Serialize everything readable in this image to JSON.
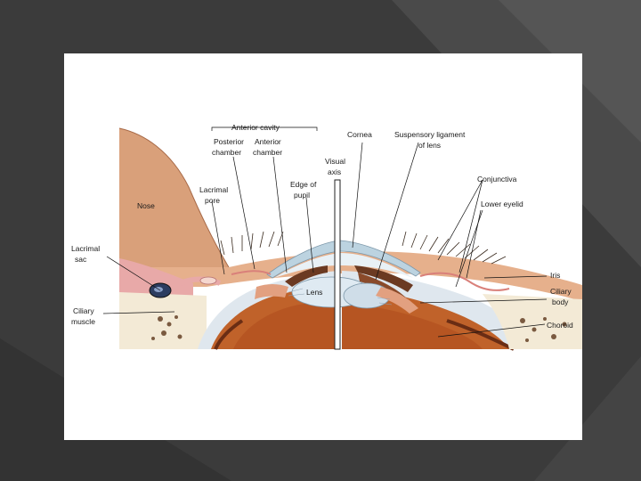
{
  "labels": {
    "anterior_cavity": "Anterior cavity",
    "posterior_chamber": [
      "Posterior",
      "chamber"
    ],
    "anterior_chamber": [
      "Anterior",
      "chamber"
    ],
    "cornea": "Cornea",
    "suspensory_ligament": [
      "Suspensory ligament",
      "of lens"
    ],
    "visual_axis": [
      "Visual",
      "axis"
    ],
    "edge_of_pupil": [
      "Edge of",
      "pupil"
    ],
    "lacrimal_pore": [
      "Lacrimal",
      "pore"
    ],
    "nose": "Nose",
    "lacrimal_sac": [
      "Lacrimal",
      "sac"
    ],
    "ciliary_muscle": [
      "Ciliary",
      "muscle"
    ],
    "lens": "Lens",
    "conjunctiva": "Conjunctiva",
    "lower_eyelid": "Lower eyelid",
    "iris": "Iris",
    "ciliary_body": [
      "Ciliary",
      "body"
    ],
    "choroid": "Choroid"
  },
  "colors": {
    "skin": "#d9a07a",
    "skin_dark": "#c07f5a",
    "mucosa": "#e8a9a8",
    "cornea": "#bcd3e0",
    "iris": "#6b3a22",
    "vitreous": "#c0622a",
    "sclera": "#dfe7ee",
    "bone": "#f3ead6"
  }
}
